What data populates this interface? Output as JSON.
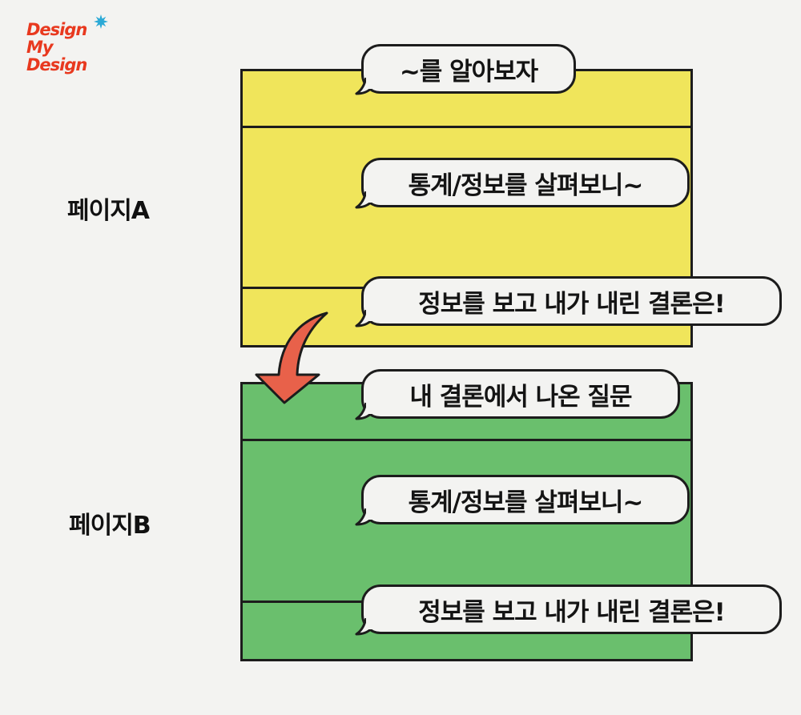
{
  "logo": {
    "lines": [
      "Design",
      "My",
      "Design"
    ],
    "brand_color": "#e8391f",
    "star_color": "#2aa9d6"
  },
  "pages": [
    {
      "label": "페이지A",
      "fill_color": "#f0e55b",
      "bubbles": [
        "~를 알아보자",
        "통계/정보를 살펴보니~",
        "정보를 보고 내가 내린 결론은!"
      ]
    },
    {
      "label": "페이지B",
      "fill_color": "#6abf6d",
      "bubbles": [
        "내 결론에서 나온 질문",
        "통계/정보를 살펴보니~",
        "정보를 보고 내가 내린 결론은!"
      ]
    }
  ],
  "arrow": {
    "icon": "curved-down-arrow-icon",
    "color": "#e8614a"
  }
}
